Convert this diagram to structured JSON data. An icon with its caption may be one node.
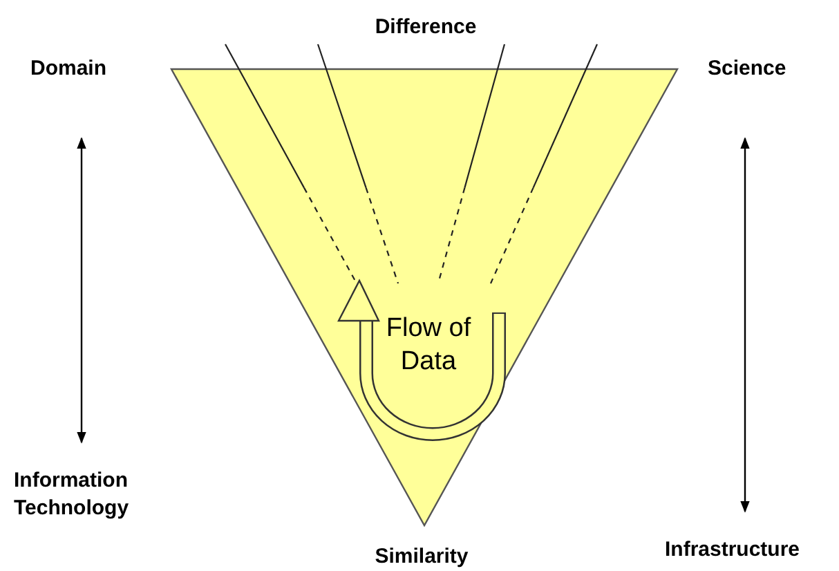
{
  "diagram": {
    "nodes": [
      {
        "text": [
          "Domain"
        ]
      },
      {
        "text": [
          "Science"
        ]
      },
      {
        "text": [
          "Flow of Data"
        ]
      },
      {
        "text": [
          "Information Technology"
        ]
      },
      {
        "text": [
          "Infrastructure"
        ]
      }
    ],
    "edges": [
      {
        "from": 0,
        "to": 3,
        "arrow": "both"
      },
      {
        "from": 1,
        "to": 4,
        "arrow": "both"
      }
    ],
    "labels": [
      "Difference",
      "Similarity"
    ]
  }
}
